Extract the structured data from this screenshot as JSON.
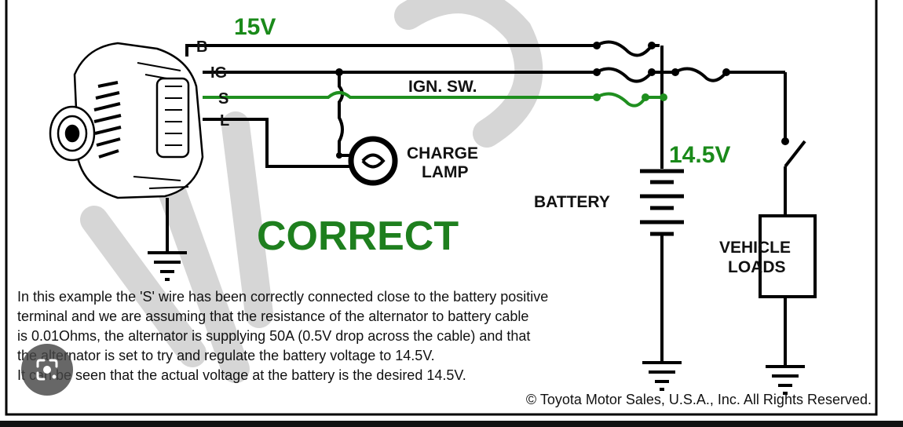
{
  "colors": {
    "wire": "#000000",
    "sense_wire": "#1f8f1f",
    "label_green": "#1a8a1a",
    "correct_green": "#1e7f1e",
    "text": "#111111",
    "watermark": "#cccccc",
    "border": "#000000"
  },
  "diagram": {
    "voltage_alternator": "15V",
    "voltage_battery": "14.5V",
    "terminals": {
      "b": "B",
      "ig": "IG",
      "s": "S",
      "l": "L"
    },
    "ign_switch_label": "IGN. SW.",
    "charge_lamp_label_1": "CHARGE",
    "charge_lamp_label_2": "LAMP",
    "battery_label": "BATTERY",
    "vehicle_loads_1": "VEHICLE",
    "vehicle_loads_2": "LOADS",
    "status": "CORRECT"
  },
  "caption": {
    "line1": "In this example the 'S' wire has been correctly connected close to the battery positive",
    "line2": "terminal and we are assuming that the resistance of the alternator to battery cable",
    "line3": "is 0.01Ohms, the alternator is supplying 50A (0.5V drop across the cable) and that",
    "line4": "the alternator is set to try and regulate the battery voltage to 14.5V.",
    "line5": "It can be seen that the actual voltage at the battery is the desired 14.5V."
  },
  "copyright": "© Toyota Motor Sales, U.S.A., Inc. All Rights Reserved.",
  "overlay": {
    "lens_icon": "lens-icon"
  }
}
